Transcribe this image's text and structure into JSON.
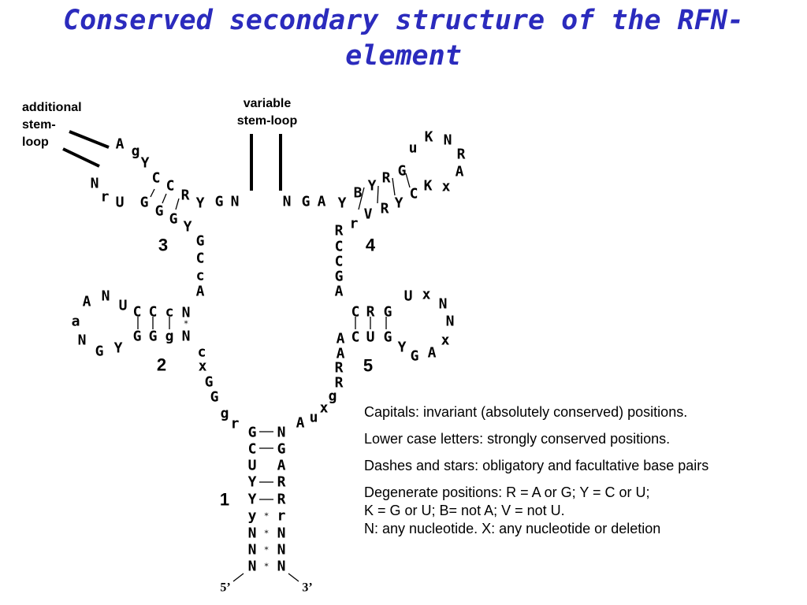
{
  "title": {
    "line1": "Conserved secondary structure of the RFN-",
    "line2": "element"
  },
  "labels": {
    "additional": [
      "additional",
      "stem-",
      "loop"
    ],
    "variable": [
      "variable",
      "stem-loop"
    ]
  },
  "stems": [
    "1",
    "2",
    "3",
    "4",
    "5"
  ],
  "ends": {
    "five": "5’",
    "three": "3’"
  },
  "legend": {
    "l1": "Capitals: invariant (absolutely conserved) positions.",
    "l2": "Lower case letters: strongly conserved positions.",
    "l3": "Dashes and stars: obligatory and facultative base pairs",
    "l4a": "Degenerate positions: R = A or G; Y = C or U;",
    "l4b": "K = G or U; B= not A; V = not U.",
    "l4c": "N: any nucleotide. X: any nucleotide or deletion"
  },
  "nucleotides": [
    "A",
    "g",
    "Y",
    "C",
    "N",
    "r",
    "U",
    "G",
    "C",
    "G",
    "R",
    "Y",
    "G",
    "Y",
    "G",
    "N",
    "G",
    "C",
    "c",
    "A",
    "N",
    "G",
    "A",
    "Y",
    "B",
    "r",
    "V",
    "Y",
    "R",
    "R",
    "G",
    "Y",
    "C",
    "K",
    "x",
    "u",
    "K",
    "N",
    "R",
    "A",
    "R",
    "C",
    "C",
    "G",
    "A",
    "A",
    "N",
    "U",
    "C",
    "C",
    "c",
    "N",
    "a",
    "N",
    "G",
    "Y",
    "G",
    "G",
    "g",
    "N",
    "c",
    "x",
    "G",
    "G",
    "g",
    "r",
    "C",
    "R",
    "G",
    "U",
    "x",
    "N",
    "N",
    "x",
    "A",
    "G",
    "Y",
    "C",
    "U",
    "G",
    "A",
    "A",
    "R",
    "R",
    "g",
    "x",
    "u",
    "A",
    "G",
    "C",
    "U",
    "Y",
    "Y",
    "y",
    "N",
    "N",
    "N",
    "N",
    "G",
    "A",
    "R",
    "R",
    "r",
    "N",
    "N",
    "N",
    "N"
  ],
  "pair_marks": [
    "*",
    "*",
    "*",
    "*",
    "*"
  ]
}
